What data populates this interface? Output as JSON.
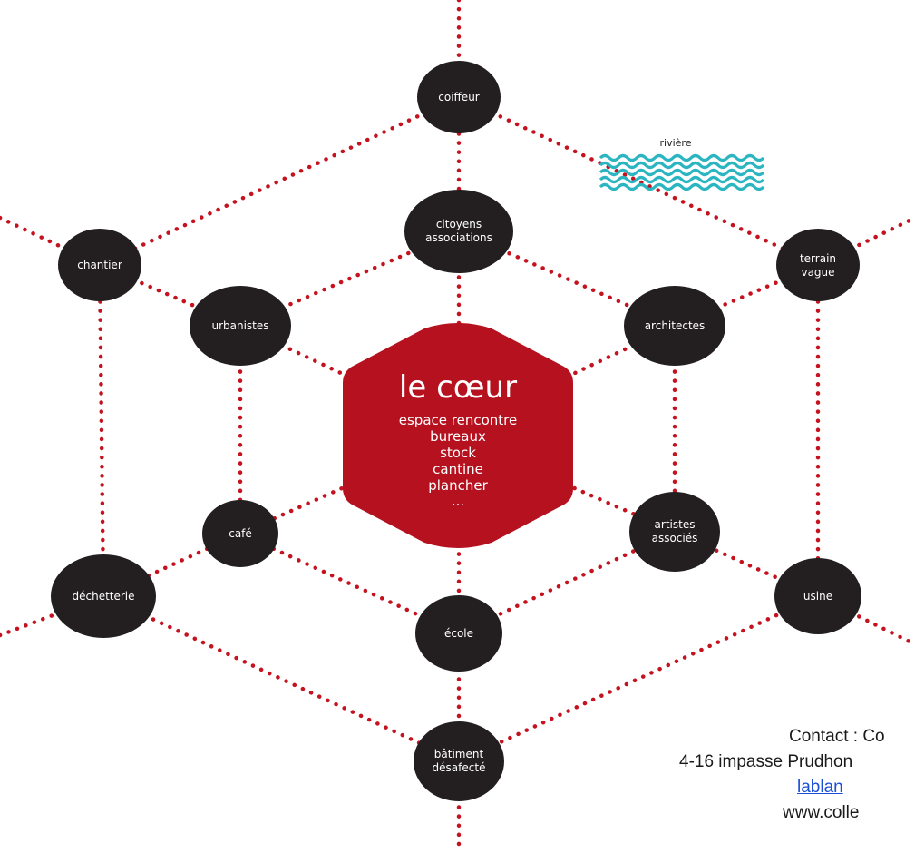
{
  "colors": {
    "node_fill": "#231f20",
    "core_fill": "#b5111f",
    "link_color": "#c4121f",
    "river_color": "#2bb5c1"
  },
  "core": {
    "title": "le cœur",
    "items": [
      "espace rencontre",
      "bureaux",
      "stock",
      "cantine",
      "plancher",
      "..."
    ]
  },
  "nodes": {
    "coiffeur": [
      "coiffeur"
    ],
    "citoyens": [
      "citoyens",
      "associations"
    ],
    "chantier": [
      "chantier"
    ],
    "urbanistes": [
      "urbanistes"
    ],
    "architectes": [
      "architectes"
    ],
    "terrain": [
      "terrain",
      "vague"
    ],
    "cafe": [
      "café"
    ],
    "artistes": [
      "artistes",
      "associés"
    ],
    "dechetterie": [
      "déchetterie"
    ],
    "ecole": [
      "école"
    ],
    "usine": [
      "usine"
    ],
    "batiment": [
      "bâtiment",
      "désafecté"
    ]
  },
  "river": {
    "label": "rivière"
  },
  "contact": {
    "line1": "Contact : Co",
    "line2": "4-16 impasse Prudhon",
    "line3": "lablan",
    "line4": "www.colle"
  }
}
